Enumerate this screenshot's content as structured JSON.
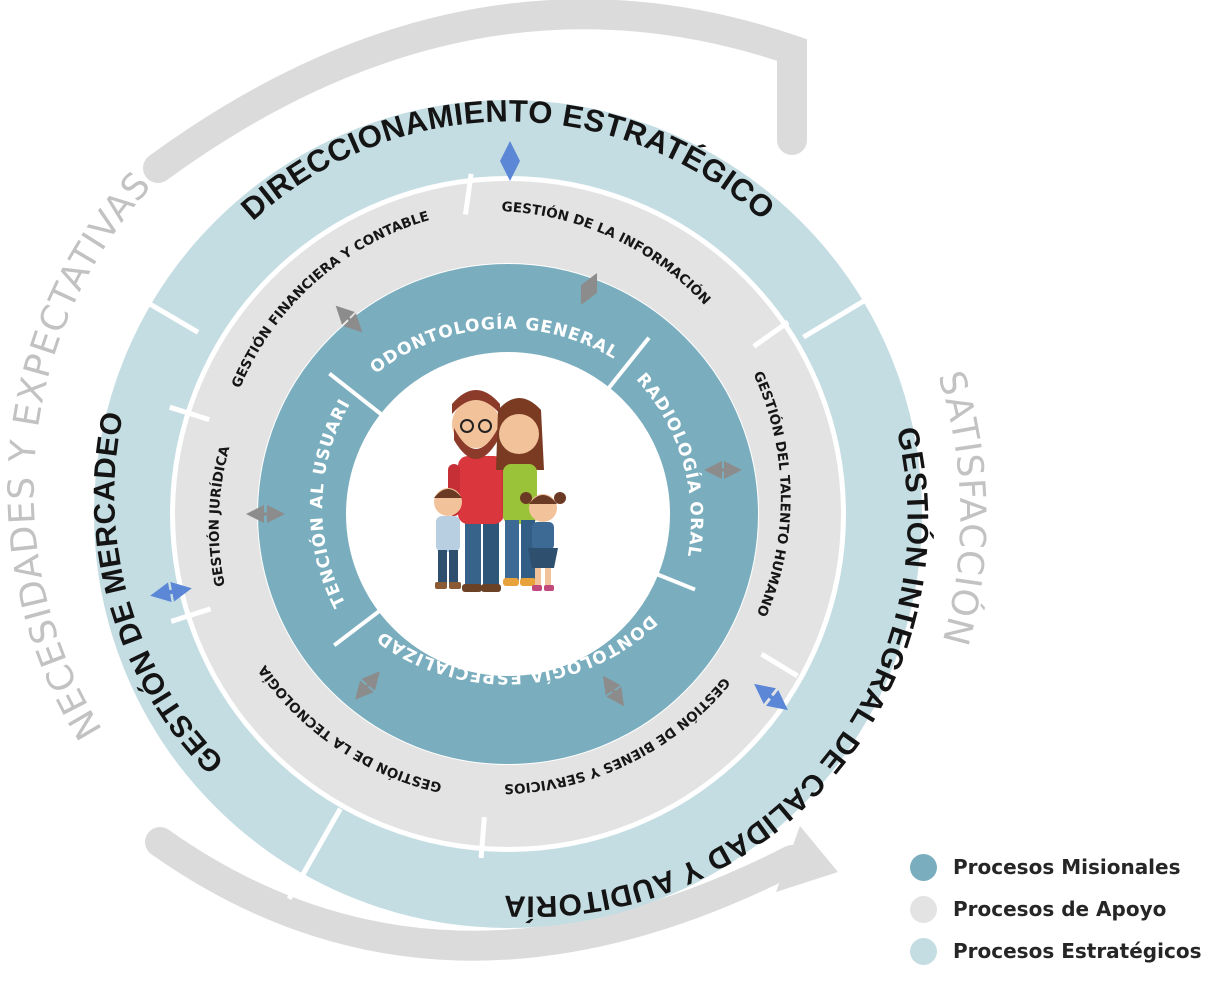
{
  "colors": {
    "misional": "#7aaebe",
    "apoyo": "#e3e3e3",
    "estrategico": "#c4dde3",
    "flow": "#dbdbdb",
    "arrow_blue": "#5b87d6",
    "arrow_gray": "#8c8c8c"
  },
  "flows": {
    "left": "NECESIDADES Y EXPECTATIVAS",
    "right": "SATISFACCIÓN"
  },
  "strategic": {
    "top": "DIRECCIONAMIENTO ESTRATÉGICO",
    "left": "GESTIÓN DE MERCADEO",
    "right": "GESTIÓN INTEGRAL DE CALIDAD Y AUDITORÍA"
  },
  "support": {
    "financiera": "GESTIÓN FINANCIERA Y CONTABLE",
    "informacion": "GESTIÓN DE LA INFORMACIÓN",
    "talento": "GESTIÓN DEL TALENTO HUMANO",
    "bienes": "GESTIÓN DE BIENES Y SERVICIOS",
    "tecnologia": "GESTIÓN DE LA TECNOLOGÍA",
    "juridica": "GESTIÓN JURÍDICA"
  },
  "core": {
    "odontologia_general": "ODONTOLOGÍA GENERAL",
    "radiologia": "RADIOLOGÍA ORAL",
    "especializada": "ODONTOLOGÍA ESPECIALIZADA",
    "atencion": "ATENCIÓN AL USUARIO"
  },
  "center_image": "family-illustration",
  "legend": [
    {
      "label": "Procesos Misionales",
      "color": "#7aaebe"
    },
    {
      "label": "Procesos de Apoyo",
      "color": "#e3e3e3"
    },
    {
      "label": "Procesos Estratégicos",
      "color": "#c4dde3"
    }
  ]
}
